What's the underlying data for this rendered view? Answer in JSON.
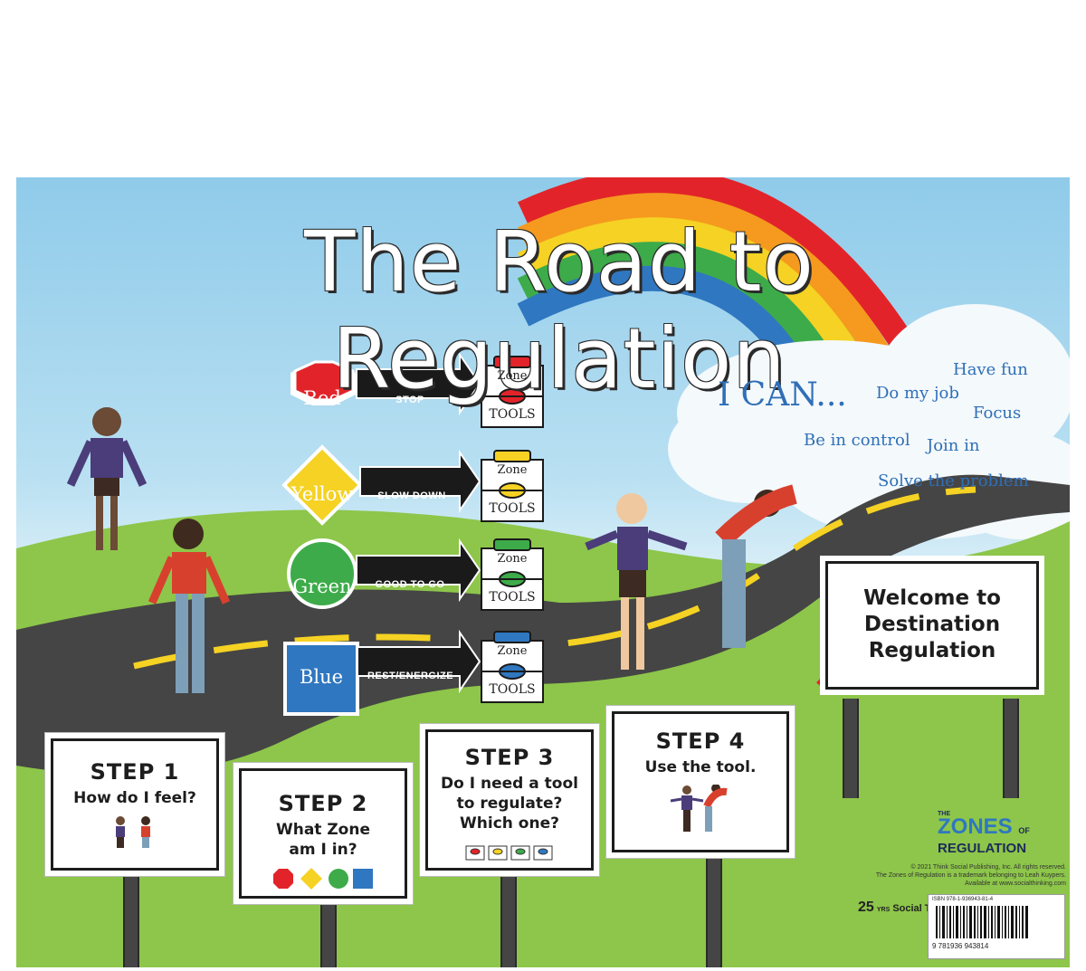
{
  "title": "The Road to Regulation",
  "ican": {
    "label": "I CAN...",
    "goals": [
      "Have fun",
      "Do my job",
      "Focus",
      "Be in control",
      "Join in",
      "Solve the problem"
    ]
  },
  "zones": [
    {
      "name": "Red",
      "action": "STOP",
      "color": "#e2242a",
      "shape": "octagon"
    },
    {
      "name": "Yellow",
      "action": "SLOW DOWN",
      "color": "#f5d223",
      "shape": "diamond"
    },
    {
      "name": "Green",
      "action": "GOOD TO GO",
      "color": "#3dab49",
      "shape": "circle"
    },
    {
      "name": "Blue",
      "action": "REST/ENERGIZE",
      "color": "#2f77c0",
      "shape": "square"
    }
  ],
  "toolbox": {
    "top": "Zone",
    "bottom": "TOOLS"
  },
  "steps": [
    {
      "heading": "STEP 1",
      "question": "How do I feel?"
    },
    {
      "heading": "STEP 2",
      "question": "What Zone am I in?"
    },
    {
      "heading": "STEP 3",
      "question": "Do I need a tool to regulate? Which one?"
    },
    {
      "heading": "STEP 4",
      "question": "Use the tool."
    }
  ],
  "welcome_sign": [
    "Welcome to",
    "Destination",
    "Regulation"
  ],
  "logo": {
    "the": "THE",
    "zones": "ZONES",
    "of": "OF",
    "regulation": "REGULATION"
  },
  "credits": [
    "© 2021 Think Social Publishing, Inc. All rights reserved.",
    "The Zones of Regulation is a trademark belonging to Leah Kuypers.",
    "Available at www.socialthinking.com"
  ],
  "isbn": {
    "line1": "ISBN 978-1-936943-81-4",
    "digits": "9 781936 943814"
  },
  "social_thinking": {
    "years": "25",
    "yrs": "YRS",
    "brand": "Social Thinking"
  }
}
